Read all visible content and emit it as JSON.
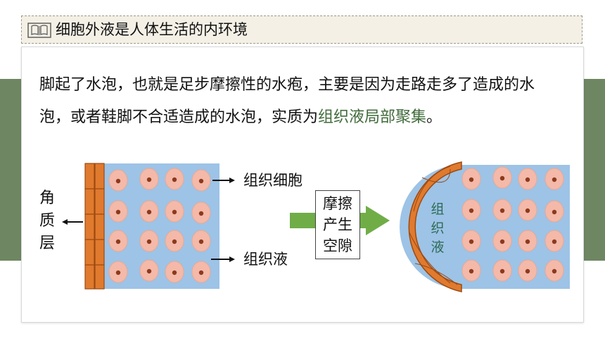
{
  "header": {
    "title": "细胞外液是人体生活的内环境"
  },
  "body": {
    "text_main": "脚起了水泡，也就是足步摩擦性的水疱，主要是因为走路走多了造成的水泡，或者鞋脚不合适造成的水泡，实质为",
    "text_highlight": "组织液局部聚集",
    "text_end": "。"
  },
  "diagram": {
    "left_label": "角质层",
    "cells_label": "组织细胞",
    "fluid_label": "组织液",
    "process_label": "摩擦产生空隙",
    "right_fluid_label": "组织液"
  },
  "colors": {
    "band": "#6e8762",
    "highlight_text": "#3f6b3a",
    "fluid_blue": "#9dc3e6",
    "cell_fill": "#f4b9a8",
    "nucleus": "#8b3a1e",
    "keratin": "#e07a2e",
    "arrow_green": "#70ad47"
  }
}
